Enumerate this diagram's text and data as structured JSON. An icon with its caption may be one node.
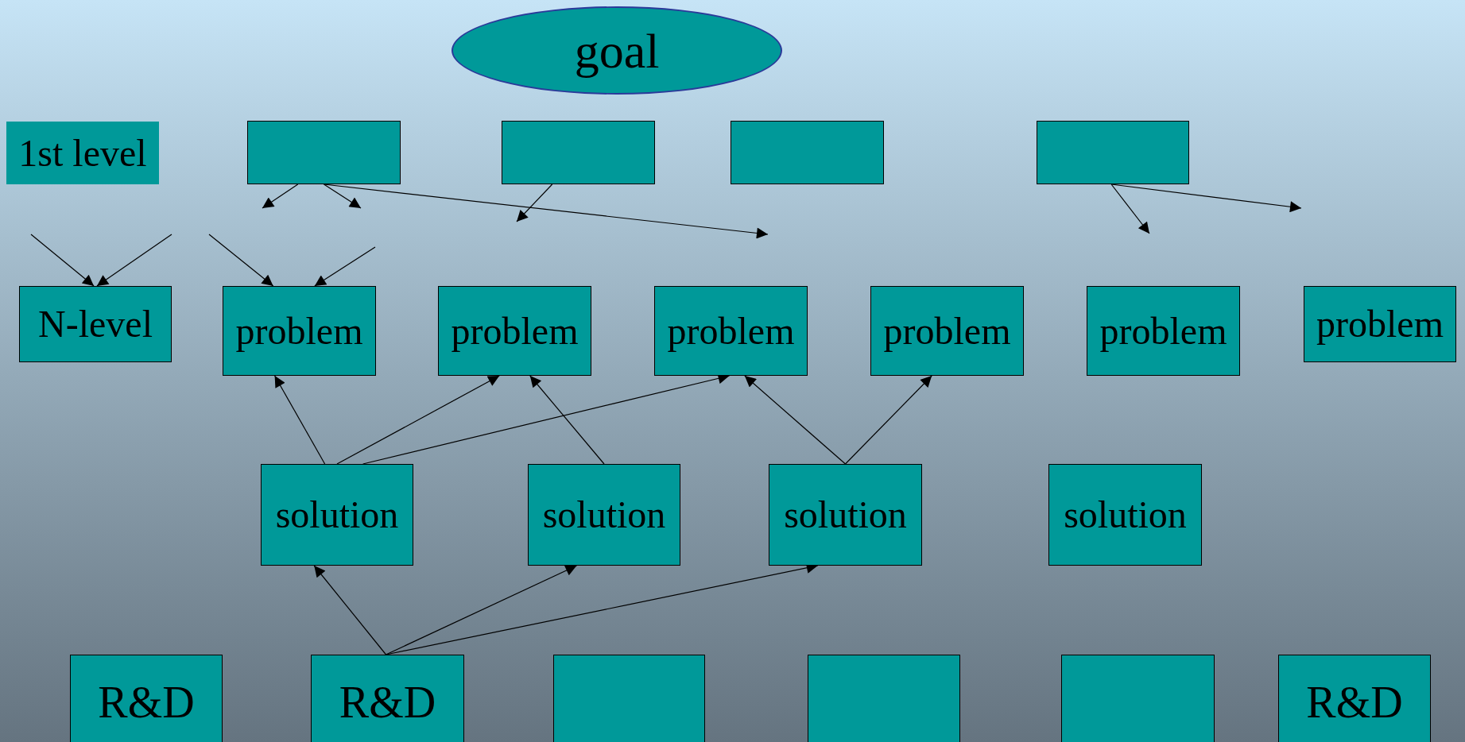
{
  "diagram": {
    "nodes": [
      {
        "text": [
          "goal"
        ]
      },
      {
        "text": [
          "1st level"
        ]
      },
      {
        "text": [],
        "shape": "box"
      },
      {
        "text": [],
        "shape": "box"
      },
      {
        "text": [],
        "shape": "box"
      },
      {
        "text": [],
        "shape": "box"
      },
      {
        "text": [
          "N-level"
        ]
      },
      {
        "text": [
          "problem"
        ]
      },
      {
        "text": [
          "problem"
        ]
      },
      {
        "text": [
          "problem"
        ]
      },
      {
        "text": [
          "problem"
        ]
      },
      {
        "text": [
          "problem"
        ]
      },
      {
        "text": [
          "problem"
        ]
      },
      {
        "text": [
          "solution"
        ]
      },
      {
        "text": [
          "solution"
        ]
      },
      {
        "text": [
          "solution"
        ]
      },
      {
        "text": [
          "solution"
        ]
      },
      {
        "text": [
          "R&D"
        ]
      },
      {
        "text": [
          "R&D"
        ]
      },
      {
        "text": [],
        "shape": "box"
      },
      {
        "text": [],
        "shape": "box"
      },
      {
        "text": [],
        "shape": "box"
      },
      {
        "text": [
          "R&D"
        ]
      }
    ],
    "edges": [
      {
        "from": 13,
        "to": 7,
        "arrow": "to"
      },
      {
        "from": 13,
        "to": 8,
        "arrow": "to"
      },
      {
        "from": 13,
        "to": 9,
        "arrow": "to"
      },
      {
        "from": 14,
        "to": 8,
        "arrow": "to"
      },
      {
        "from": 15,
        "to": 9,
        "arrow": "to"
      },
      {
        "from": 15,
        "to": 10,
        "arrow": "to"
      },
      {
        "from": 18,
        "to": 13,
        "arrow": "to"
      },
      {
        "from": 18,
        "to": 14,
        "arrow": "to"
      },
      {
        "from": 18,
        "to": 15,
        "arrow": "to"
      },
      {
        "from": 2,
        "to": null,
        "arrow": "to"
      },
      {
        "from": 2,
        "to": null,
        "arrow": "to"
      },
      {
        "from": 2,
        "to": null,
        "arrow": "to"
      },
      {
        "from": 3,
        "to": null,
        "arrow": "to"
      },
      {
        "from": 5,
        "to": null,
        "arrow": "to"
      },
      {
        "from": 5,
        "to": null,
        "arrow": "to"
      },
      {
        "from": null,
        "to": 6,
        "arrow": "to"
      },
      {
        "from": null,
        "to": 6,
        "arrow": "to"
      },
      {
        "from": null,
        "to": 7,
        "arrow": "to"
      },
      {
        "from": null,
        "to": 7,
        "arrow": "to"
      }
    ]
  }
}
